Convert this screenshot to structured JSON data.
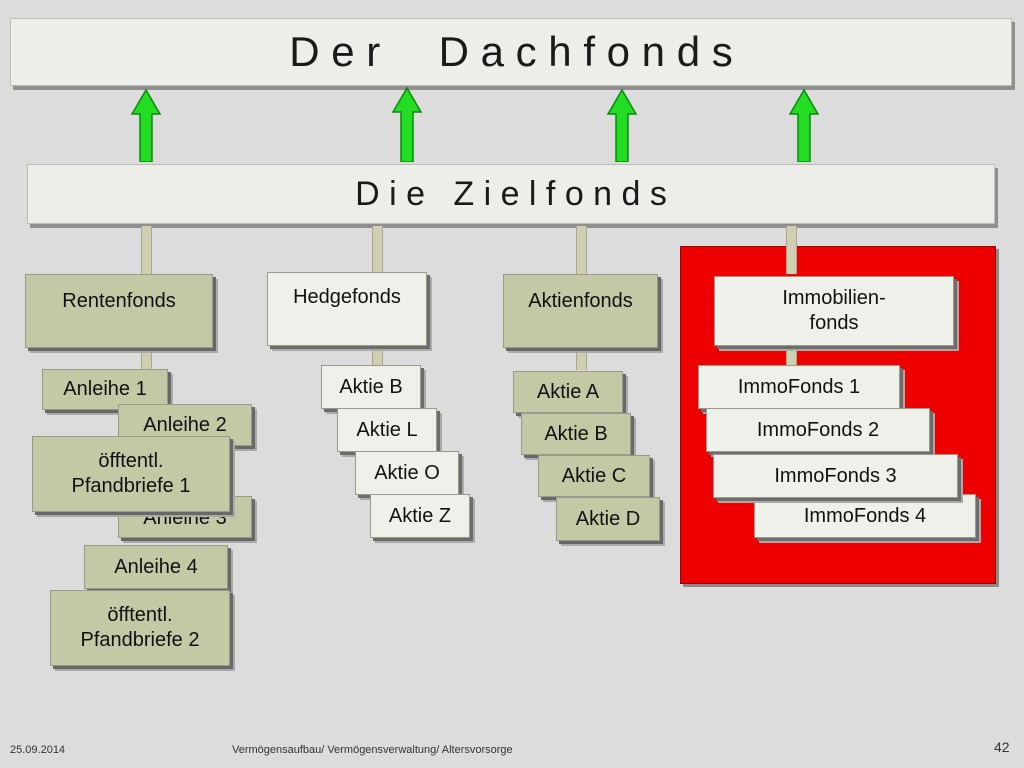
{
  "title": "D e r     D a c h f o n d s",
  "subtitle": "D i e   Z i e l f o n d s",
  "colors": {
    "background": "#dcdcdc",
    "arrow_green": "#22dd22",
    "highlight_red": "#ee0000",
    "olive_box": "#c4c9a5",
    "white_box": "#f0f0eb"
  },
  "categories": {
    "renten": "Rentenfonds",
    "hedge": "Hedgefonds",
    "aktien": "Aktienfonds",
    "immo": "Immobilien-\nfonds"
  },
  "renten_items": [
    "Anleihe 1",
    "Anleihe  2",
    "öfftentl.\nPfandbriefe  1",
    "Anleihe  3",
    "Anleihe 4",
    "öfftentl.\nPfandbriefe  2"
  ],
  "hedge_items": [
    "Aktie B",
    "Aktie L",
    "Aktie O",
    "Aktie Z"
  ],
  "aktien_items": [
    "Aktie  A",
    "Aktie  B",
    "Aktie  C",
    "Aktie D"
  ],
  "immo_items": [
    "ImmoFonds 1",
    "ImmoFonds 2",
    "ImmoFonds 3",
    "ImmoFonds 4"
  ],
  "footer": {
    "date": "25.09.2014",
    "center": "Vermögensaufbau/ Vermögensverwaltung/ Altersvorsorge",
    "page": "42"
  }
}
